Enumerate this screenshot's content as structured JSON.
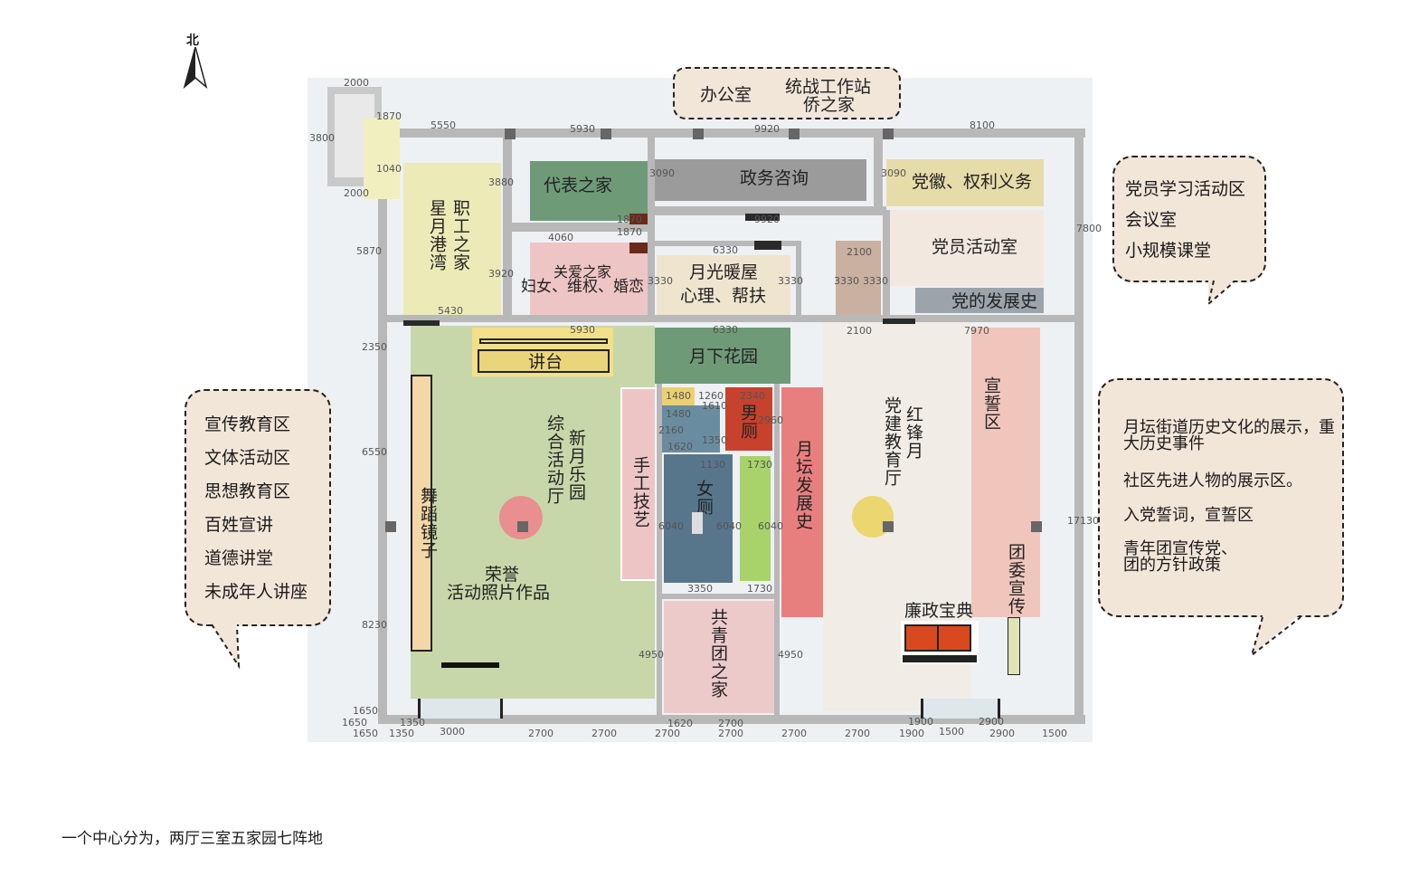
{
  "compass": {
    "label": "北"
  },
  "top_callout": {
    "label_left": "办公室",
    "label_right_1": "统战工作站",
    "label_right_2": "侨之家"
  },
  "right_callout_top": {
    "items": [
      "党员学习活动区",
      "会议室",
      "小规模课堂"
    ]
  },
  "left_callout": {
    "items": [
      "宣传教育区",
      "文体活动区",
      "思想教育区",
      "百姓宣讲",
      "道德讲堂",
      "未成年人讲座"
    ]
  },
  "right_callout_bottom": {
    "items": [
      "月坛街道历史文化的展示，重大历史事件",
      "社区先进人物的展示区。",
      "入党誓词，宣誓区",
      "青年团宣传党、团的方针政策"
    ]
  },
  "rooms": {
    "xingyue": "星月港湾",
    "zhigong": "职工之家",
    "daibiao": "代表之家",
    "zhengwu": "政务咨询",
    "danghui": "党徽、权利义务",
    "dangyuan": "党员活动室",
    "fazhan": "党的发展史",
    "guanai_1": "关爱之家",
    "guanai_2": "妇女、维权、婚恋",
    "yueguang_1": "月光暖屋",
    "yueguang_2": "心理、帮扶",
    "jiangtai": "讲台",
    "huayuan": "月下花园",
    "zonghe": "综合活动厅",
    "xinyue": "新月乐园",
    "wudao": "舞蹈镜子",
    "rongyu_1": "荣誉",
    "rongyu_2": "活动照片作品",
    "shougong": "手工技艺",
    "nance": "男厕",
    "nvce": "女厕",
    "yuetan": "月坛发展史",
    "dangjian": "党建教育厅",
    "hongfeng": "红锋月",
    "xuanshi": "宣誓区",
    "tuanwei": "团委宣传",
    "lianzheng": "廉政宝典",
    "gongqing": "共青团之家"
  },
  "colors": {
    "yellow_zone": "#ecebb8",
    "green_dark": "#6f9a78",
    "gray_zone": "#9b9b9b",
    "pink_zone": "#eec5c5",
    "cream_zone": "#efe5cf",
    "green_light": "#c8d7a9",
    "red_zone": "#e87f7f",
    "blue_zone": "#57768c",
    "bubble_fill": "#f2e6d9"
  },
  "dimensions": {
    "d2000a": "2000",
    "d1870": "1870",
    "d3800": "3800",
    "d1040": "1040",
    "d2000b": "2000",
    "d5550": "5550",
    "d5930a": "5930",
    "d9920a": "9920",
    "d8100": "8100",
    "d3880": "3880",
    "d3090a": "3090",
    "d3090b": "3090",
    "d7800": "7800",
    "d1870b": "1870",
    "d9920b": "9920",
    "d4060": "4060",
    "d1870c": "1870",
    "d5870": "5870",
    "d3920": "3920",
    "d6330a": "6330",
    "d2100a": "2100",
    "d3330a": "3330",
    "d3330b": "3330",
    "d3330c": "3330",
    "d3330d": "3330",
    "d5430": "5430",
    "d5930b": "5930",
    "d6330b": "6330",
    "d2100b": "2100",
    "d7970": "7970",
    "d2350": "2350",
    "d6550": "6550",
    "d8230": "8230",
    "d17130": "17130",
    "d1480a": "1480",
    "d1260": "1260",
    "d2340": "2340",
    "d1610": "1610",
    "d1480b": "1480",
    "d2960": "2960",
    "d2160": "2160",
    "d1350": "1350",
    "d1620a": "1620",
    "d1130": "1130",
    "d1730a": "1730",
    "d6040a": "6040",
    "d6040b": "6040",
    "d6040c": "6040",
    "d3350": "3350",
    "d1730b": "1730",
    "d4950a": "4950",
    "d4950b": "4950",
    "d1650a": "1650",
    "d1650b": "1650",
    "d1650c": "1650",
    "d1350b": "1350",
    "d1350c": "1350",
    "d3000": "3000",
    "d2700a": "2700",
    "d2700b": "2700",
    "d2700c": "2700",
    "d2700d": "2700",
    "d2700e": "2700",
    "d2700f": "2700",
    "d1620b": "1620",
    "d2700g": "2700",
    "d1900a": "1900",
    "d1900b": "1900",
    "d1500a": "1500",
    "d2900a": "2900",
    "d2900b": "2900",
    "d1500b": "1500"
  },
  "footer": {
    "text": "一个中心分为，两厅三室五家园七阵地"
  }
}
